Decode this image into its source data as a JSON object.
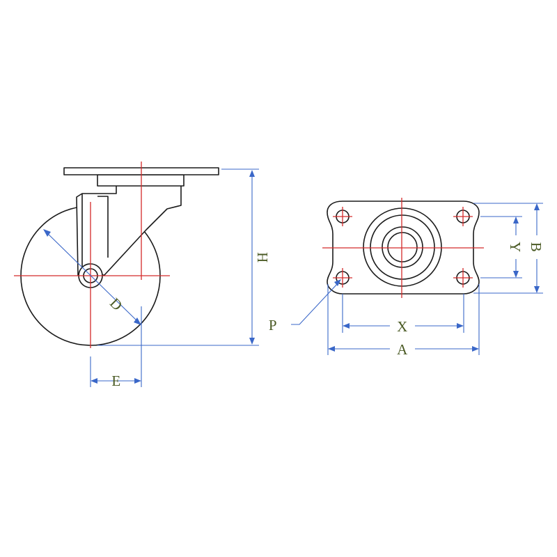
{
  "labels": {
    "H": "H",
    "D": "D",
    "E": "E",
    "P": "P",
    "X": "X",
    "A": "A",
    "Y": "Y",
    "B": "B"
  },
  "colors": {
    "outline": "#1a1a1a",
    "center_line": "#d42a2a",
    "dimension_line": "#3a67c8",
    "label_text": "#4a5a24"
  }
}
